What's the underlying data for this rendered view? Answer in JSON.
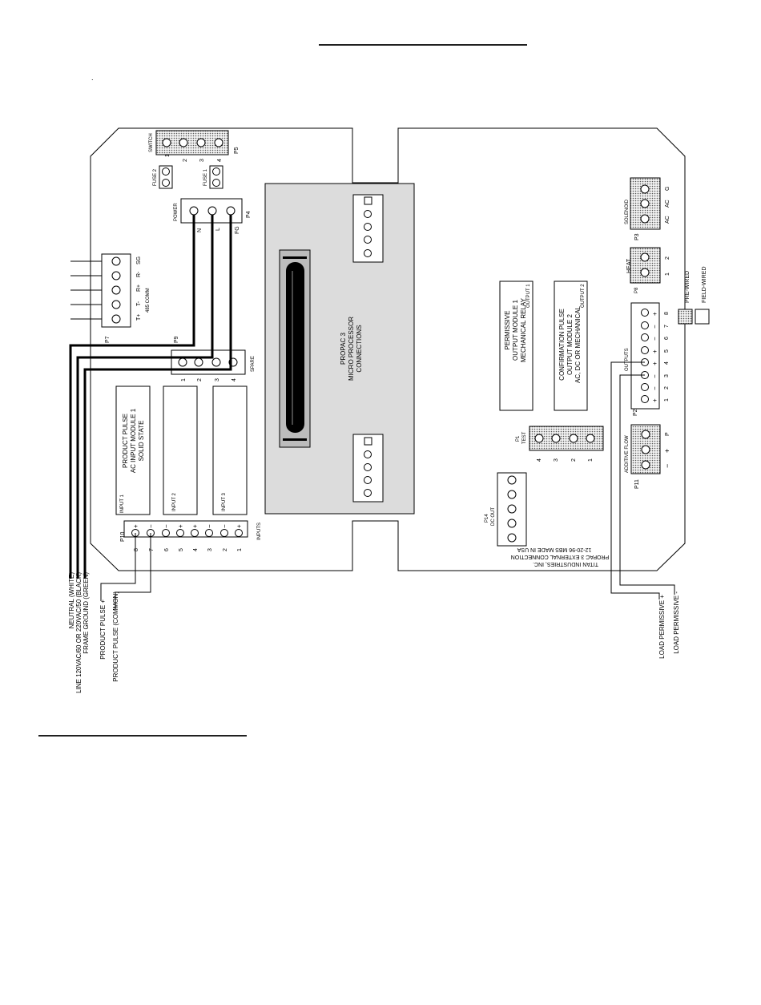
{
  "board": {
    "switch_label": "SWITCH",
    "p5_label": "P5",
    "switch_pins": [
      "1",
      "2",
      "3",
      "4"
    ],
    "fuse2_label": "FUSE 2",
    "fuse1_label": "FUSE 1",
    "power_label": "POWER",
    "p4_label": "P4",
    "power_pins": [
      "N",
      "L",
      "FG"
    ],
    "p7_label": "P7",
    "comm_pins": [
      "T+",
      "T-",
      "R+",
      "R-",
      "SG"
    ],
    "comm_label": "485 COMM",
    "p9_label": "P9",
    "spare_label": "SPARE",
    "spare_pins": [
      "1",
      "2",
      "3",
      "4"
    ],
    "input_module_1": [
      "PRODUCT PULSE",
      "AC INPUT MODULE 1",
      "SOLID STATE"
    ],
    "input_1_label": "INPUT 1",
    "input_2_label": "INPUT 2",
    "input_3_label": "INPUT 3",
    "p10_label": "P10",
    "inputs_label": "INPUTS",
    "input_pins": [
      "8",
      "7",
      "6",
      "5",
      "4",
      "3",
      "2",
      "1"
    ],
    "input_polarity": [
      "+",
      "−",
      "−",
      "+",
      "+",
      "−",
      "−",
      "+"
    ],
    "processor": [
      "PROPAC 3",
      "MICRO PROCESSOR",
      "CONNECTIONS"
    ],
    "output_module_1": [
      "PERMISSIVE",
      "OUTPUT MODULE 1",
      "MECHANICAL RELAY"
    ],
    "output_1_label": "OUTPUT 1",
    "output_module_2": [
      "CONFIRMATION PULSE",
      "OUTPUT MODULE 2",
      "AC, DC OR MECHANICAL"
    ],
    "output_2_label": "OUTPUT 2",
    "p1_label": "P1",
    "test_label": "TEST",
    "test_pins": [
      "4",
      "3",
      "2",
      "1"
    ],
    "p14_label": "P14",
    "dc_out_label": "DC OUT",
    "maker_lines": [
      "TITAN INDUSTRIES, INC.",
      "PROPAC 3 EXTERNAL CONNECTION",
      "12-20-96 MBS  MADE IN USA"
    ],
    "solenoid_label": "SOLENOID",
    "p3_label": "P3",
    "solenoid_pins": [
      "AC",
      "AC",
      "G"
    ],
    "heat_label": "HEAT",
    "p8_label": "P8",
    "heat_pins": [
      "1",
      "2"
    ],
    "outputs_label": "OUTPUTS",
    "p2_label": "P2",
    "output_pins": [
      "1",
      "2",
      "3",
      "4",
      "5",
      "6",
      "7",
      "8"
    ],
    "output_polarity": [
      "+",
      "−",
      "−",
      "+",
      "+",
      "−",
      "−",
      "+"
    ],
    "additive_label": "ADDITIVE FLOW",
    "p11_label": "P11",
    "additive_pins": [
      "−",
      "+",
      "P"
    ]
  },
  "legend": {
    "pre_wired": "PRE-WIRED",
    "field_wired": "FIELD-WIRED"
  },
  "wire_labels": {
    "neutral": "NEUTRAL (WHITE)",
    "line": "LINE 120VAC/60 OR 220VAC/50 (BLACK)",
    "ground": "FRAME GROUND (GREEN)",
    "pulse_plus": "PRODUCT PULSE +",
    "pulse_common": "PRODUCT PULSE (COMMON)",
    "load_plus": "LOAD PERMISSIVE +",
    "load_minus": "LOAD PERMISSIVE -"
  },
  "page": {
    "dot": "."
  }
}
